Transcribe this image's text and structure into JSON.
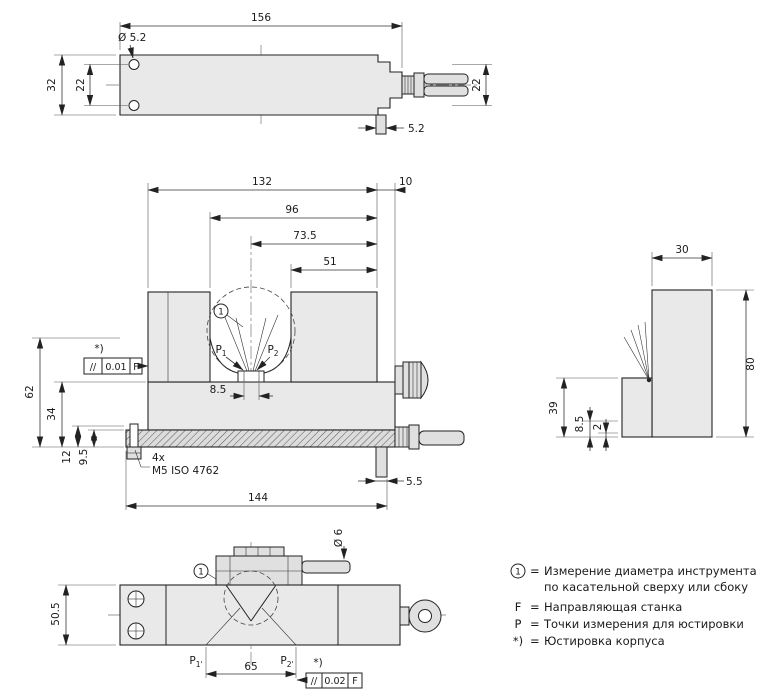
{
  "views": {
    "top": {
      "dim_length": "156",
      "dim_hole_dia": "Ø 5.2",
      "dim_height": "32",
      "dim_hole_spacing": "22",
      "dim_right": "22",
      "dim_tab": "5.2"
    },
    "front": {
      "dim_132": "132",
      "dim_10": "10",
      "dim_96": "96",
      "dim_73_5": "73.5",
      "dim_51": "51",
      "dim_62": "62",
      "dim_34": "34",
      "dim_12": "12",
      "dim_9_5": "9.5",
      "dim_8_5": "8.5",
      "dim_144": "144",
      "dim_5_5": "5.5",
      "p_main": "P",
      "p1_sub": "1",
      "p2_sub": "2",
      "star": "*)",
      "circle_mark": "1",
      "note1": "4x",
      "note2": "M5 ISO 4762",
      "tol_sym": "//",
      "tol_val": "0.01",
      "tol_ref": "F"
    },
    "side": {
      "dim_30": "30",
      "dim_80": "80",
      "dim_39": "39",
      "dim_8_5": "8.5",
      "dim_2": "2"
    },
    "bottom": {
      "dim_50_5": "50.5",
      "dim_65": "65",
      "dim_cable": "Ø 6",
      "p_main": "P",
      "p1_sub": "1'",
      "p2_sub": "2'",
      "star": "*)",
      "circle_mark": "1",
      "tol_sym": "//",
      "tol_val": "0.02",
      "tol_ref": "F"
    }
  },
  "legend": {
    "eq": "=",
    "items": [
      {
        "symbol": "1",
        "text": "Измерение диаметра инструмента",
        "text2": "по касательной сверху или сбоку"
      },
      {
        "symbol": "F",
        "text": "Направляющая станка"
      },
      {
        "symbol": "P",
        "text": "Точки измерения для юстировки"
      },
      {
        "symbol": "*)",
        "text": "Юстировка корпуса"
      }
    ]
  }
}
